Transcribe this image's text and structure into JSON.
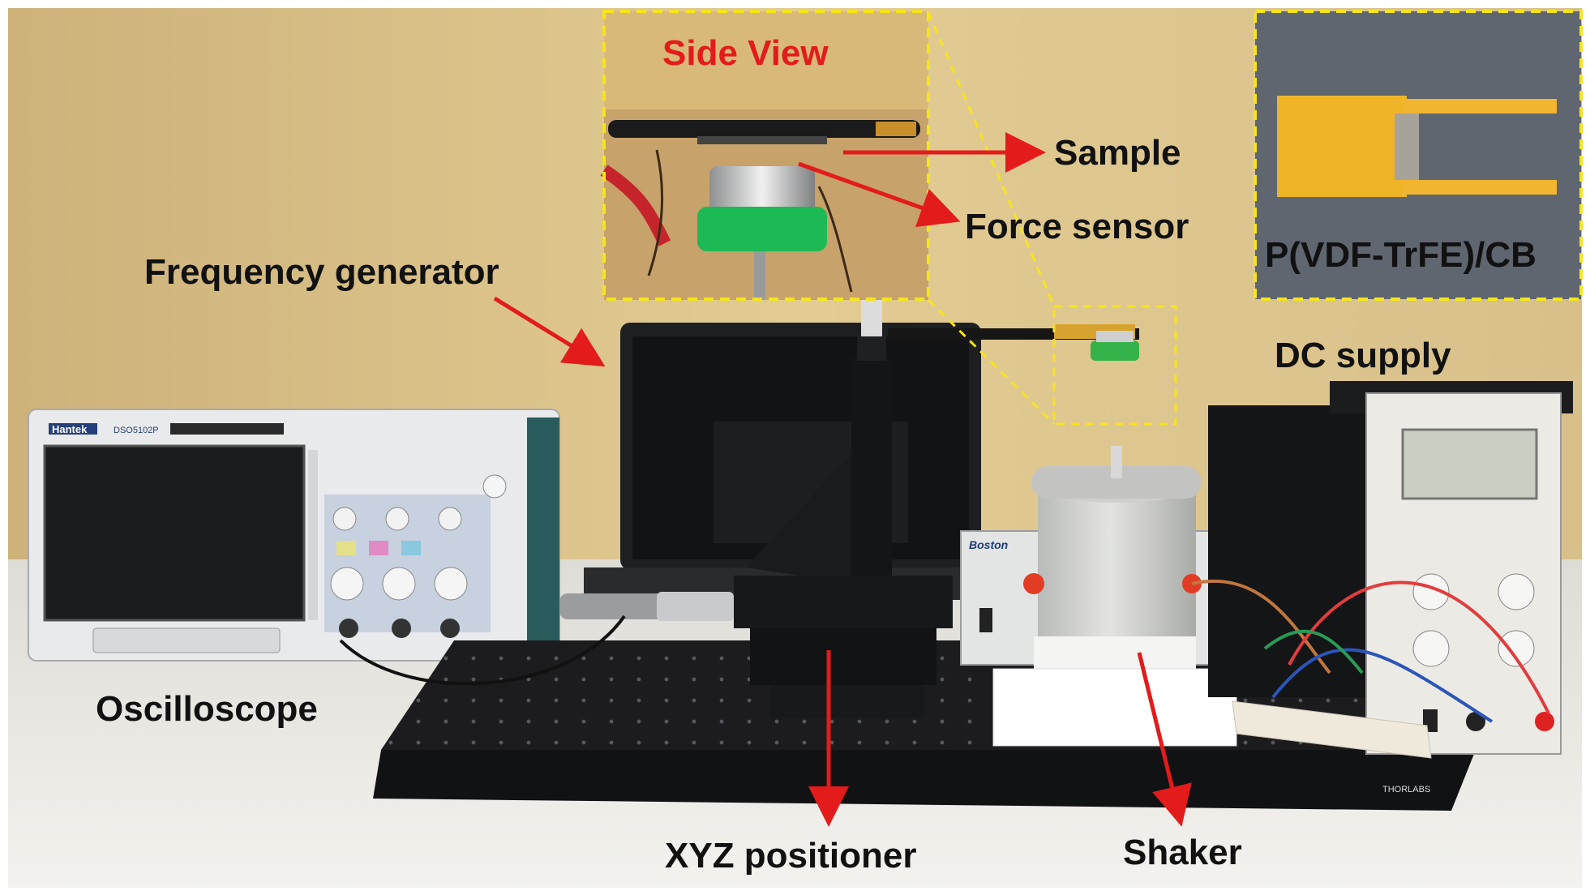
{
  "labels": {
    "side_view": "Side View",
    "sample": "Sample",
    "force_sensor": "Force sensor",
    "film": "P(VDF-TrFE)/CB",
    "frequency_generator": "Frequency generator",
    "dc_supply": "DC supply",
    "oscilloscope": "Oscilloscope",
    "xyz_positioner": "XYZ positioner",
    "shaker": "Shaker"
  },
  "device_text": {
    "scope_brand": "Hantek",
    "scope_model": "DSO5102P",
    "shaker_brand": "Boston",
    "table_brand": "THORLABS"
  },
  "colors": {
    "arrow": "#e31b1b",
    "inset_border": "#f5e51c",
    "wall": "#dcc48a",
    "table_top": "#e9e7e2",
    "breadboard": "#1c1c1e",
    "film": "#f0b429"
  }
}
